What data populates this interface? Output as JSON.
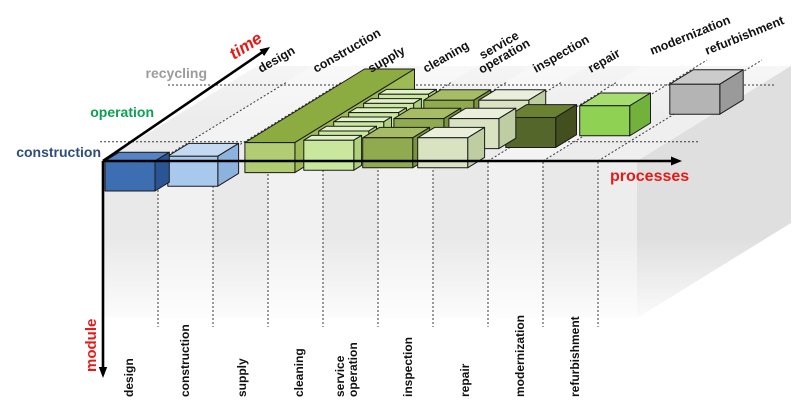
{
  "diagram": {
    "type": "3d-module-process-time-matrix",
    "axis_labels": {
      "time": "time",
      "processes": "processes",
      "module": "module"
    },
    "axis_label_color": "#e51b18",
    "lifecycle_phases": [
      {
        "label": "recycling",
        "color": "#9c9c9c",
        "starts_at_time": 4.75
      },
      {
        "label": "operation",
        "color": "#0ca152",
        "starts_at_time": 1.2
      },
      {
        "label": "construction",
        "color": "#2d4d7c",
        "starts_at_time": 0
      }
    ],
    "processes": [
      "design",
      "construction",
      "supply",
      "cleaning",
      "service operation",
      "inspection",
      "repair",
      "modernization",
      "refurbishment"
    ],
    "process_boxes": [
      {
        "process": "design",
        "phase": "construction",
        "time": 0.0,
        "duration": 0.55,
        "colors": {
          "front": "#3d6eb1",
          "top": "#5583c3",
          "side": "#2b5494"
        }
      },
      {
        "process": "construction",
        "phase": "construction",
        "time": 0.3,
        "duration": 0.8,
        "colors": {
          "front": "#a9c9ec",
          "top": "#c3daf2",
          "side": "#8cb2dd"
        }
      },
      {
        "process": "supply",
        "phase": "operation",
        "time": 1.15,
        "duration": 4.6,
        "colors": {
          "front": "#b2cc74",
          "top": "#8cab40",
          "side": "#9dba55"
        }
      },
      {
        "process": "cleaning",
        "phase": "operation",
        "time": 1.3,
        "duration": 0.3,
        "colors": {
          "front": "#c9e79d",
          "top": "#e1f2c8",
          "side": "#acd178"
        }
      },
      {
        "process": "cleaning",
        "phase": "operation",
        "time": 1.875,
        "duration": 0.3,
        "colors": {
          "front": "#c9e79d",
          "top": "#e1f2c8",
          "side": "#acd178"
        }
      },
      {
        "process": "cleaning",
        "phase": "operation",
        "time": 2.45,
        "duration": 0.3,
        "colors": {
          "front": "#c9e79d",
          "top": "#e1f2c8",
          "side": "#acd178"
        }
      },
      {
        "process": "cleaning",
        "phase": "operation",
        "time": 3.025,
        "duration": 0.3,
        "colors": {
          "front": "#c9e79d",
          "top": "#e1f2c8",
          "side": "#acd178"
        }
      },
      {
        "process": "cleaning",
        "phase": "operation",
        "time": 3.6,
        "duration": 0.3,
        "colors": {
          "front": "#c9e79d",
          "top": "#e1f2c8",
          "side": "#acd178"
        }
      },
      {
        "process": "cleaning",
        "phase": "operation",
        "time": 4.175,
        "duration": 0.3,
        "colors": {
          "front": "#c9e79d",
          "top": "#e1f2c8",
          "side": "#acd178"
        }
      },
      {
        "process": "service operation",
        "phase": "operation",
        "time": 1.45,
        "duration": 0.65,
        "colors": {
          "front": "#90aa50",
          "top": "#a6bd66",
          "side": "#79933e"
        }
      },
      {
        "process": "service operation",
        "phase": "operation",
        "time": 2.65,
        "duration": 0.65,
        "colors": {
          "front": "#90aa50",
          "top": "#a6bd66",
          "side": "#79933e"
        }
      },
      {
        "process": "service operation",
        "phase": "operation",
        "time": 3.8,
        "duration": 0.65,
        "colors": {
          "front": "#90aa50",
          "top": "#a6bd66",
          "side": "#79933e"
        }
      },
      {
        "process": "inspection",
        "phase": "operation",
        "time": 1.45,
        "duration": 0.65,
        "colors": {
          "front": "#d9e3c2",
          "top": "#e9efda",
          "side": "#bfcda2"
        }
      },
      {
        "process": "inspection",
        "phase": "operation",
        "time": 2.65,
        "duration": 0.65,
        "colors": {
          "front": "#d9e3c2",
          "top": "#e9efda",
          "side": "#bfcda2"
        }
      },
      {
        "process": "inspection",
        "phase": "operation",
        "time": 3.8,
        "duration": 0.65,
        "colors": {
          "front": "#d9e3c2",
          "top": "#e9efda",
          "side": "#bfcda2"
        }
      },
      {
        "process": "repair",
        "phase": "operation",
        "time": 2.72,
        "duration": 0.8,
        "colors": {
          "front": "#54662a",
          "top": "#6b8132",
          "side": "#434f1e"
        }
      },
      {
        "process": "modernization",
        "phase": "operation",
        "time": 3.45,
        "duration": 0.8,
        "colors": {
          "front": "#8ed153",
          "top": "#a5dd6e",
          "side": "#72b13c"
        }
      },
      {
        "process": "refurbishment",
        "phase": "recycling",
        "time": 4.8,
        "duration": 0.9,
        "colors": {
          "front": "#b4b4b4",
          "top": "#cbcbcb",
          "side": "#9a9a9a"
        }
      }
    ]
  }
}
